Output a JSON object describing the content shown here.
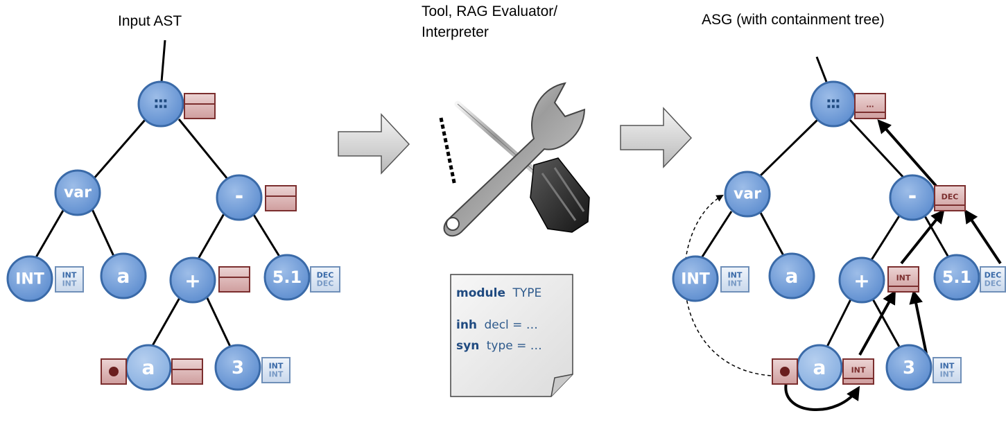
{
  "titles": {
    "left": "Input AST",
    "middle_line1": "Tool, RAG Evaluator/",
    "middle_line2": "Interpreter",
    "right": "ASG (with containment tree)"
  },
  "module": {
    "line1_kw": "module",
    "line1_rest": "TYPE",
    "line2_kw": "inh",
    "line2_rest": "decl = …",
    "line3_kw": "syn",
    "line3_rest": "type = …"
  },
  "ast_left": {
    "root": "∶∶∶",
    "var": "var",
    "minus": "-",
    "int_node": "INT",
    "a_node": "a",
    "plus": "+",
    "dec_node": "5.1",
    "a_use": "a",
    "three": "3",
    "int_type": "INT",
    "dec_type": "DEC",
    "three_type": "INT"
  },
  "ast_right": {
    "root": "∶∶∶",
    "root_attr": "…",
    "var": "var",
    "minus": "-",
    "minus_attr": "DEC",
    "int_node": "INT",
    "a_node": "a",
    "plus": "+",
    "plus_attr": "INT",
    "dec_node": "5.1",
    "a_use": "a",
    "a_use_attr": "INT",
    "three": "3",
    "int_type": "INT",
    "dec_type": "DEC",
    "three_type": "INT"
  },
  "colors": {
    "node_fill": "#6f9bd6",
    "node_stroke": "#3a6aa8",
    "attr_fill": "#d9b0b0",
    "attr_stroke": "#7b2e2e",
    "type_fill": "#dbe6f4",
    "type_stroke": "#6f8fb8"
  }
}
